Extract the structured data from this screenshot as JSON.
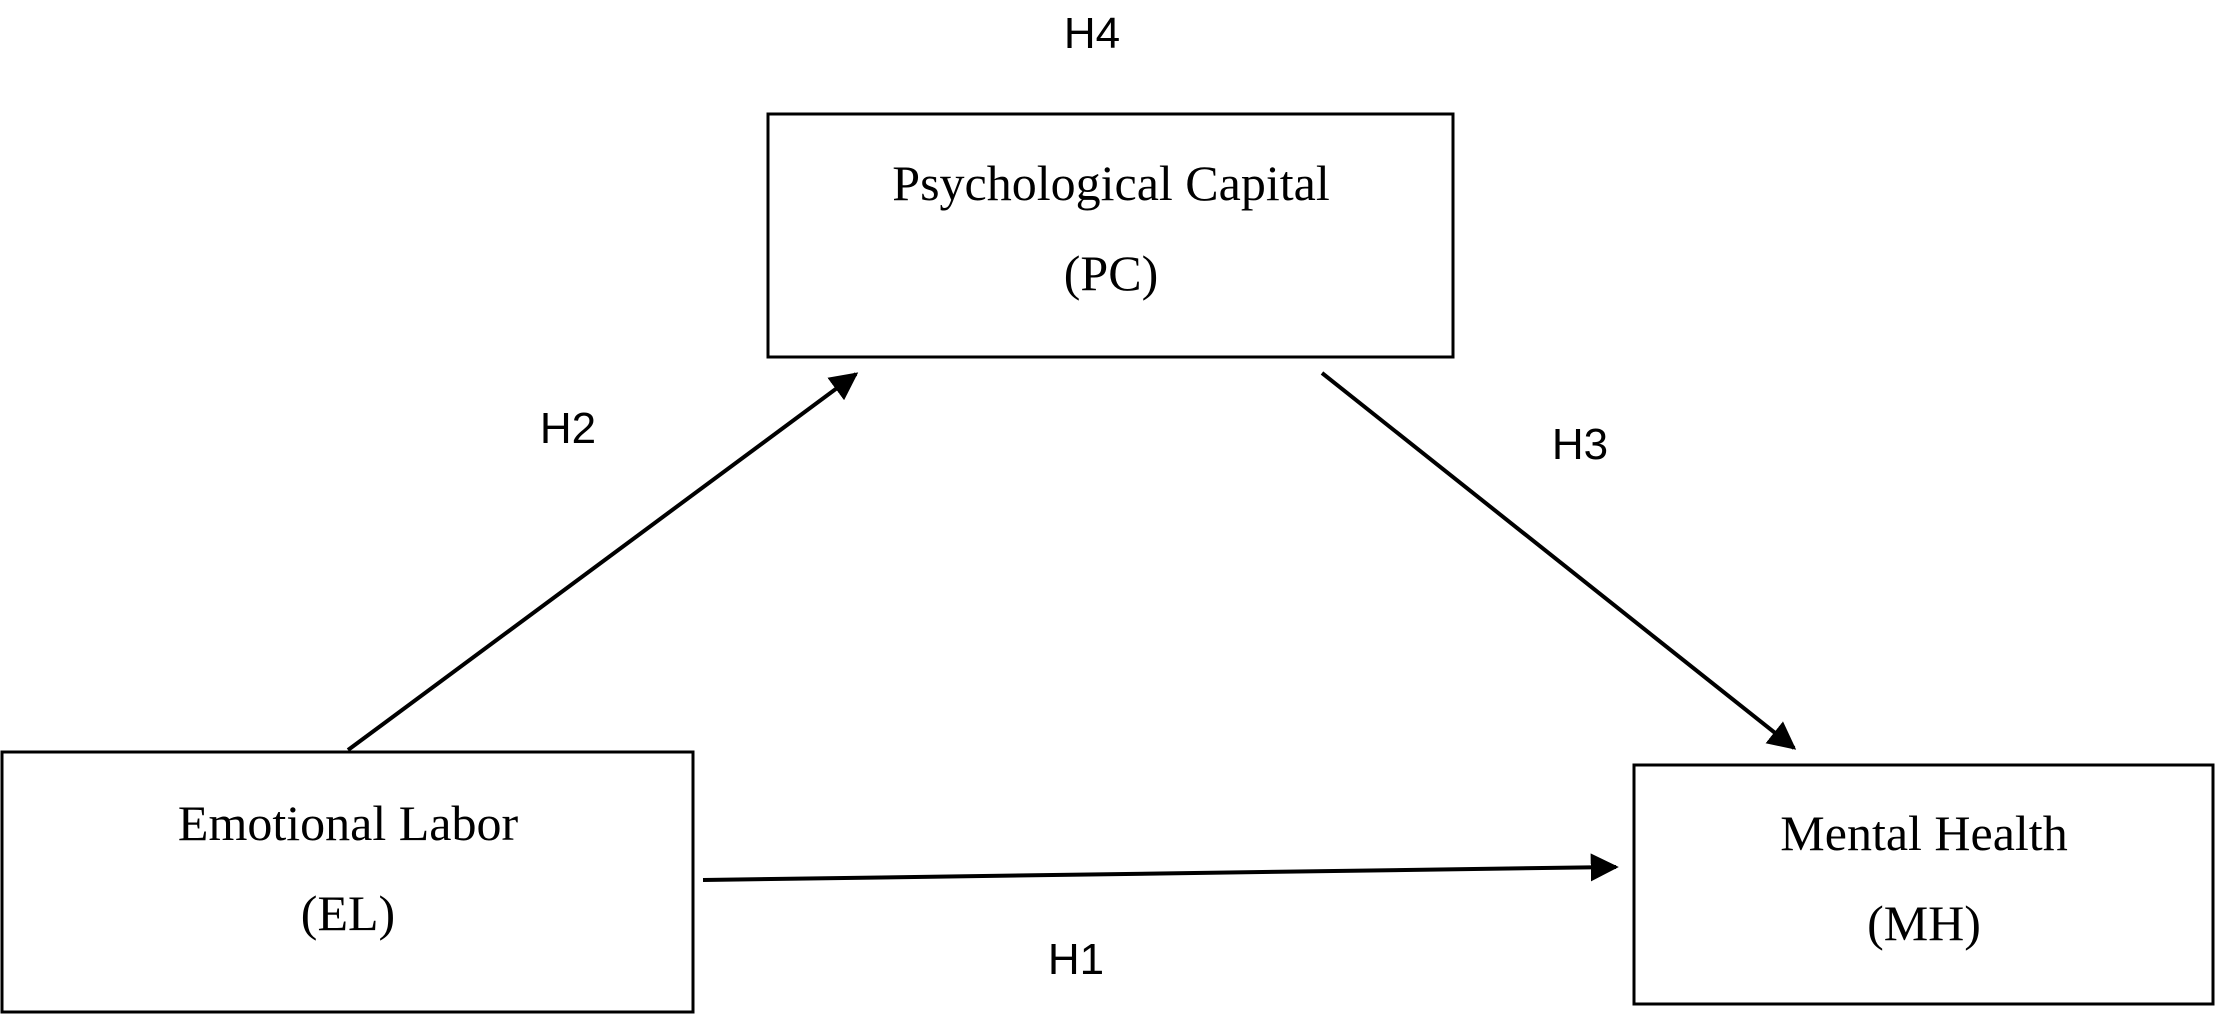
{
  "nodes": {
    "pc": {
      "name": "Psychological Capital",
      "abbr": "(PC)"
    },
    "el": {
      "name": "Emotional Labor",
      "abbr": "(EL)"
    },
    "mh": {
      "name": "Mental Health",
      "abbr": "(MH)"
    }
  },
  "hypotheses": {
    "h1": "H1",
    "h2": "H2",
    "h3": "H3",
    "h4": "H4"
  },
  "edges": [
    {
      "from": "el",
      "to": "pc",
      "label": "H2"
    },
    {
      "from": "pc",
      "to": "mh",
      "label": "H3"
    },
    {
      "from": "el",
      "to": "mh",
      "label": "H1"
    }
  ]
}
